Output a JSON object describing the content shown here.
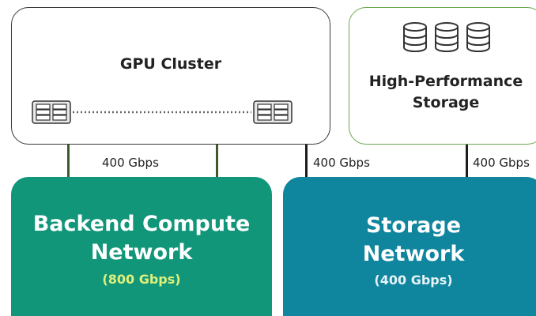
{
  "gpu_cluster": {
    "title": "GPU Cluster"
  },
  "storage": {
    "title_line1": "High-Performance",
    "title_line2": "Storage"
  },
  "links": {
    "backend_label": "400 Gbps",
    "cluster_storage_label": "400 Gbps",
    "storage_label": "400 Gbps"
  },
  "backend_network": {
    "title_line1": "Backend Compute",
    "title_line2": "Network",
    "subtitle": "(800 Gbps)"
  },
  "storage_network": {
    "title_line1": "Storage",
    "title_line2": "Network",
    "subtitle": "(400 Gbps)"
  },
  "colors": {
    "backend_fill": "#12967a",
    "storage_net_fill": "#10859e",
    "backend_sub_text": "#dff07a",
    "storage_sub_text": "#e6f3f7",
    "backend_link": "#3c5a2a",
    "storage_link": "#1c1c1c",
    "storage_border": "#6aa84f"
  }
}
